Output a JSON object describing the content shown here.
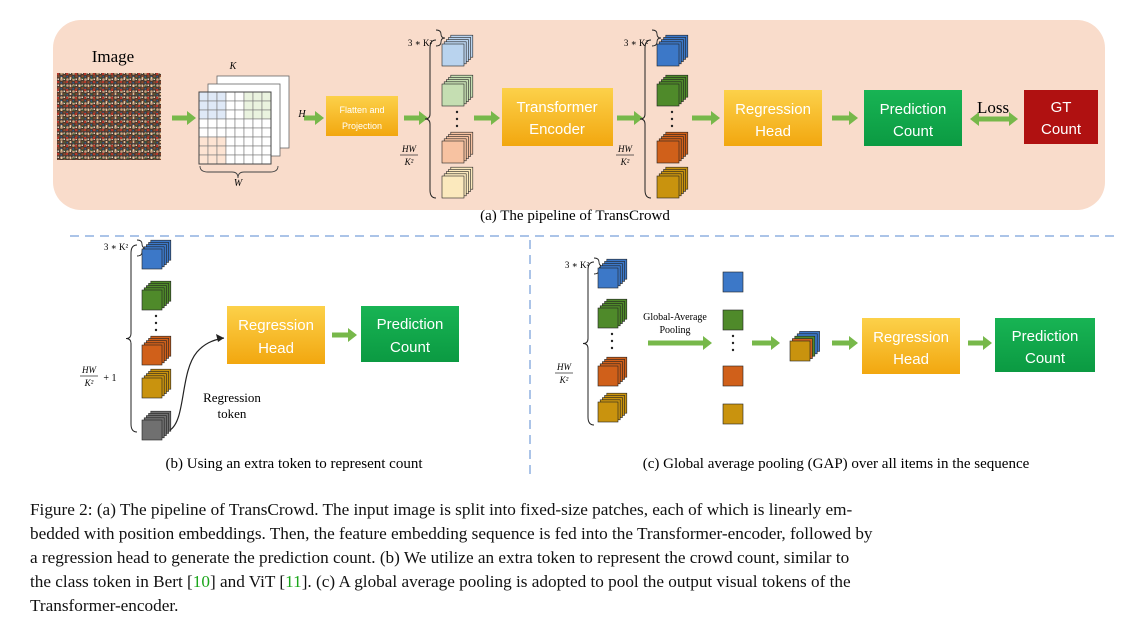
{
  "panel_a": {
    "image_label": "Image",
    "K": "K",
    "H": "H",
    "W": "W",
    "flatten_line1": "Flatten and",
    "flatten_line2": "Projection",
    "three_k2": "3 ∗ K²",
    "hw": "HW",
    "k2": "K²",
    "transformer_line1": "Transformer",
    "transformer_line2": "Encoder",
    "regression_line1": "Regression",
    "regression_line2": "Head",
    "prediction_line1": "Prediction",
    "prediction_line2": "Count",
    "loss": "Loss",
    "gt_line1": "GT",
    "gt_line2": "Count",
    "caption": "(a) The pipeline of  TransCrowd"
  },
  "panel_b": {
    "three_k2": "3 ∗ K²",
    "hw": "HW",
    "k2": "K²",
    "plus_one": "+ 1",
    "regression_line1": "Regression",
    "regression_line2": "Head",
    "prediction_line1": "Prediction",
    "prediction_line2": "Count",
    "token_line1": "Regression",
    "token_line2": "token",
    "caption": "(b) Using an extra token to represent count"
  },
  "panel_c": {
    "three_k2": "3 ∗ K²",
    "hw": "HW",
    "k2": "K²",
    "gap_line1": "Global-Average",
    "gap_line2": "Pooling",
    "regression_line1": "Regression",
    "regression_line2": "Head",
    "prediction_line1": "Prediction",
    "prediction_line2": "Count",
    "caption": "(c) Global average pooling (GAP) over all items in the sequence"
  },
  "figure_caption": {
    "line1": "Figure 2: (a) The pipeline of TransCrowd. The input image is split into fixed-size patches, each of which is linearly em-",
    "line2": "bedded with position embeddings. Then, the feature embedding sequence is fed into the Transformer-encoder, followed by",
    "line3": "a regression head to generate the prediction count. (b) We utilize an extra token to represent the crowd count, similar to",
    "line4_a": "the class token in Bert [",
    "ref1": "10",
    "line4_b": "] and ViT [",
    "ref2": "11",
    "line4_c": "]. (c) A global average pooling is adopted to pool the output visual tokens of the",
    "line5": "Transformer-encoder."
  },
  "colors": {
    "panel_bg": "#f9dccb",
    "arrow": "#77b84a",
    "yellow_box": "#f3b21a",
    "green_box": "#10a84a",
    "red_box": "#b01111",
    "dash": "#8fb1e0",
    "blue": "#3c78c8",
    "green": "#4f8a2a",
    "orange": "#d0601a",
    "gold": "#c9930e",
    "gray": "#707070",
    "light_blue": "#b9d3ee",
    "light_green": "#c5deb2",
    "light_orange": "#f7c2a1",
    "light_yellow": "#fbe9bd"
  }
}
